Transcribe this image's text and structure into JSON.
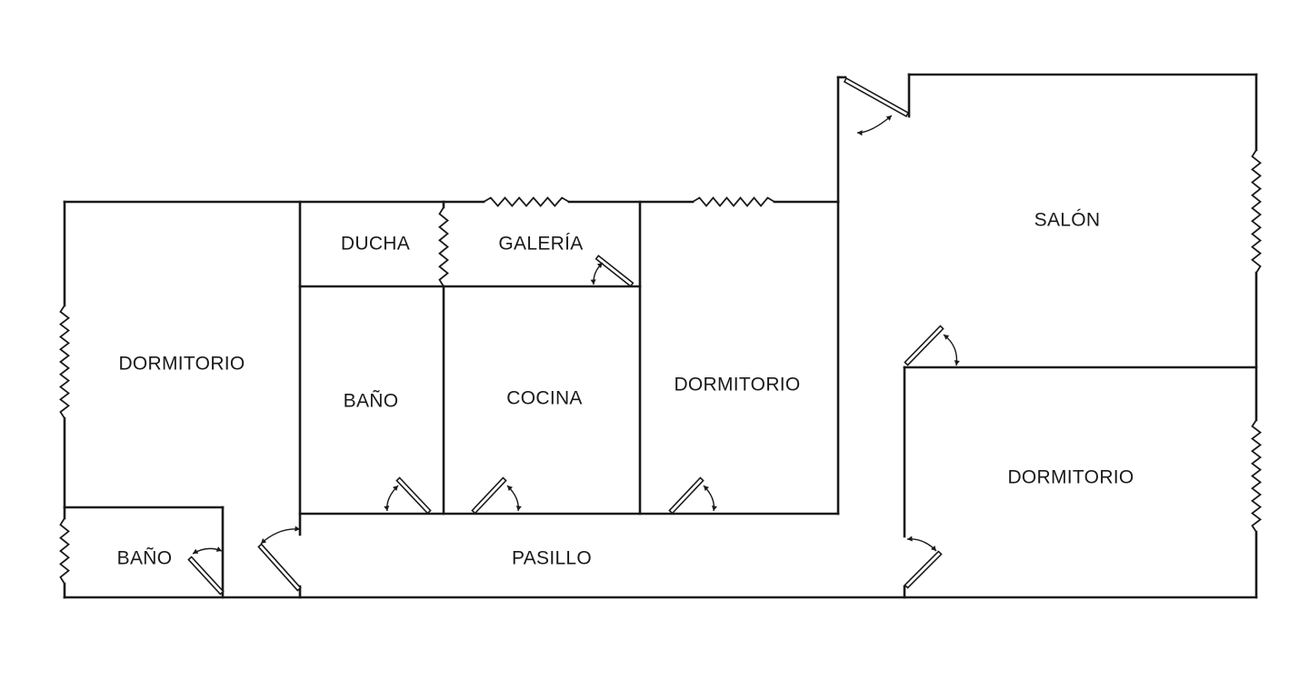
{
  "rooms": {
    "dormitorio_left": "DORMITORIO",
    "bano_small": "BAÑO",
    "ducha": "DUCHA",
    "galeria": "GALERÍA",
    "bano_center": "BAÑO",
    "cocina": "COCINA",
    "dormitorio_center": "DORMITORIO",
    "salon": "SALÓN",
    "dormitorio_right": "DORMITORIO",
    "pasillo": "PASILLO"
  },
  "colors": {
    "line": "#1a1a1a",
    "background": "#ffffff"
  }
}
